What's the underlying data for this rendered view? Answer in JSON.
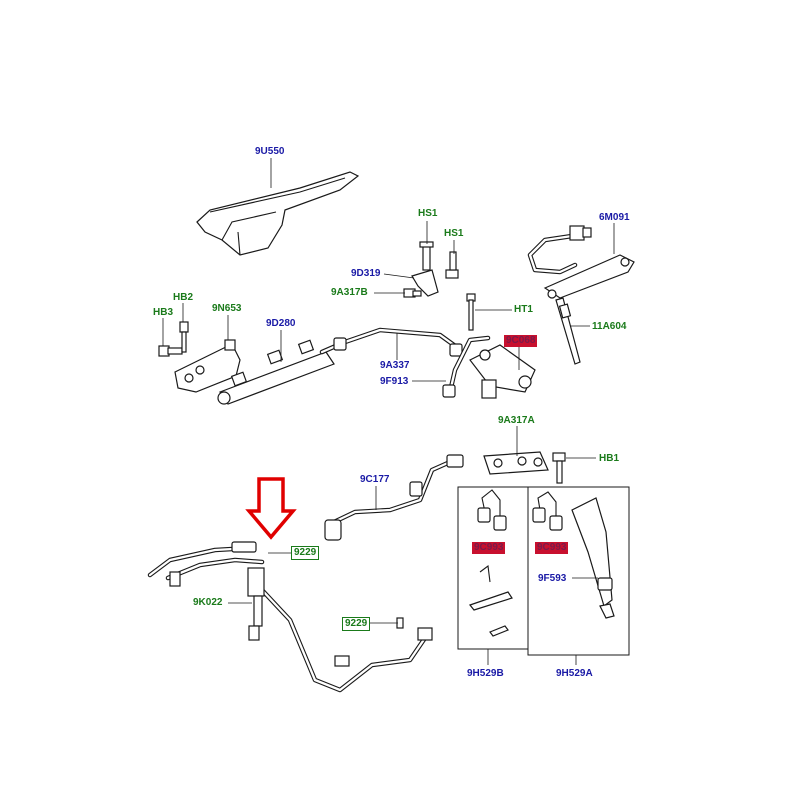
{
  "colors": {
    "part_number_blue": "#1a1aa6",
    "fastener_green": "#1a7a1a",
    "highlight_bg": "#c8102e",
    "highlight_text": "#7a1a4a",
    "arrow_red": "#e00000"
  },
  "labels": {
    "l9U550": "9U550",
    "lHS1a": "HS1",
    "lHS1b": "HS1",
    "l6M091": "6M091",
    "l9D319": "9D319",
    "l9A317B": "9A317B",
    "lHT1": "HT1",
    "lHB2": "HB2",
    "lHB3": "HB3",
    "l9N653": "9N653",
    "l9D280": "9D280",
    "l11A604": "11A604",
    "l9C068": "9C068",
    "l9A337": "9A337",
    "l9F913": "9F913",
    "l9A317A": "9A317A",
    "lHB1": "HB1",
    "l9C177": "9C177",
    "l9229a": "9229",
    "l9K022": "9K022",
    "l9C993a": "9C993",
    "l9C993b": "9C993",
    "l9F593": "9F593",
    "l9229b": "9229",
    "l9H529B": "9H529B",
    "l9H529A": "9H529A"
  }
}
